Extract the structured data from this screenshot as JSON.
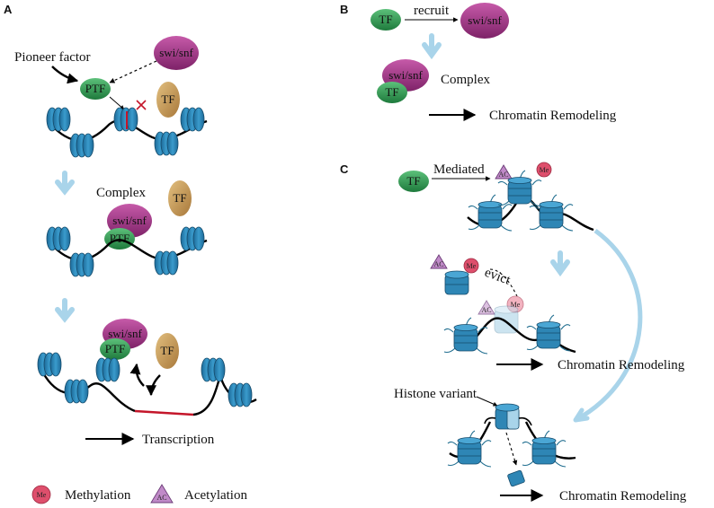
{
  "panels": {
    "a": "A",
    "b": "B",
    "c": "C"
  },
  "proteins": {
    "pioneer_short": "PTF",
    "tf": "TF",
    "remodeler": "swi/snf"
  },
  "panel_a": {
    "pioneer_label": "Pioneer factor",
    "complex_label": "Complex",
    "transcription_label": "Transcription"
  },
  "panel_b": {
    "recruit_label": "recruit",
    "complex_label": "Complex",
    "remodeling_label": "Chromatin Remodeling"
  },
  "panel_c": {
    "mediated_label": "Mediated",
    "evict_label": "evict",
    "remodeling_label_1": "Chromatin Remodeling",
    "histone_variant_label": "Histone variant",
    "remodeling_label_2": "Chromatin Remodeling"
  },
  "marks": {
    "methyl": "Me",
    "acetyl": "AC"
  },
  "legend": {
    "methylation": "Methylation",
    "acetylation": "Acetylation"
  },
  "colors": {
    "nucleosome": "#2e86b5",
    "nucleosome_dark": "#1a5a80",
    "ptf": "#2f9a4f",
    "tf": "#c99b55",
    "swisnf": "#a9378b",
    "methyl": "#de4f6c",
    "acetyl": "#c08ac8",
    "guide_arrow": "#a9d4ea",
    "open_dna": "#c4162a"
  }
}
